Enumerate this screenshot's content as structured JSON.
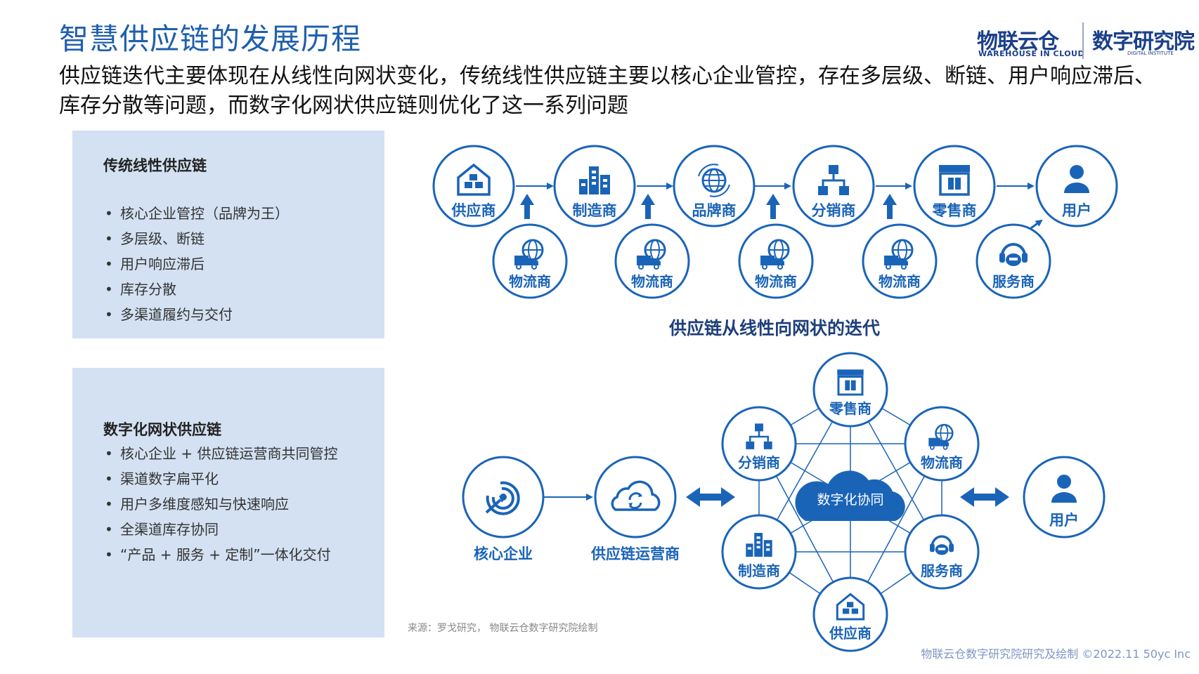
{
  "title": "智慧供应链的发展历程",
  "subtitle": "供应链迭代主要体现在从线性向网状变化，传统线性供应链主要以核心企业管控，存在多层级、断链、用户响应滞后、库存分散等问题，而数字化网状供应链则优化了这一系列问题",
  "logo": {
    "brand": "物联云仓",
    "brand_en": "WAREHOUSE IN CLOUD",
    "institute": "数字研究院",
    "institute_en": "DIGITAL INSTITUTE"
  },
  "traditional": {
    "heading": "传统线性供应链",
    "items": [
      "核心企业管控（品牌为王）",
      "多层级、断链",
      "用户响应滞后",
      "库存分散",
      "多渠道履约与交付"
    ]
  },
  "digital": {
    "heading": "数字化网状供应链",
    "items": [
      "核心企业 + 供应链运营商共同管控",
      "渠道数字扁平化",
      "用户多维度感知与快速响应",
      "全渠道库存协同",
      "“产品 + 服务 + 定制”一体化交付"
    ]
  },
  "linear_diagram": {
    "caption": "供应链从线性向网状的迭代",
    "top_nodes": [
      {
        "label": "供应商",
        "icon": "warehouse-icon"
      },
      {
        "label": "制造商",
        "icon": "factory-icon"
      },
      {
        "label": "品牌商",
        "icon": "globe-icon"
      },
      {
        "label": "分销商",
        "icon": "hierarchy-icon"
      },
      {
        "label": "零售商",
        "icon": "store-icon"
      },
      {
        "label": "用户",
        "icon": "user-icon"
      }
    ],
    "bottom_nodes": [
      {
        "label": "物流商",
        "icon": "logistics-icon"
      },
      {
        "label": "物流商",
        "icon": "logistics-icon"
      },
      {
        "label": "物流商",
        "icon": "logistics-icon"
      },
      {
        "label": "物流商",
        "icon": "logistics-icon"
      },
      {
        "label": "服务商",
        "icon": "headset-icon"
      }
    ]
  },
  "network_diagram": {
    "core": {
      "label": "核心企业",
      "icon": "target-icon"
    },
    "operator": {
      "label": "供应链运营商",
      "icon": "cloud-sync-icon"
    },
    "hub": "数字化协同",
    "ring": [
      {
        "label": "零售商",
        "icon": "store-icon"
      },
      {
        "label": "物流商",
        "icon": "logistics-icon"
      },
      {
        "label": "服务商",
        "icon": "headset-icon"
      },
      {
        "label": "供应商",
        "icon": "warehouse-icon"
      },
      {
        "label": "制造商",
        "icon": "factory-icon"
      },
      {
        "label": "分销商",
        "icon": "hierarchy-icon"
      }
    ],
    "user": {
      "label": "用户",
      "icon": "user-icon"
    }
  },
  "source": "来源：罗戈研究， 物联云仓数字研究院绘制",
  "footer": "物联云仓数字研究院研究及绘制    ©2022.11  50yc Inc",
  "colors": {
    "primary": "#1a64b8",
    "panel": "#d3e1f2",
    "title": "#1f5fae"
  }
}
